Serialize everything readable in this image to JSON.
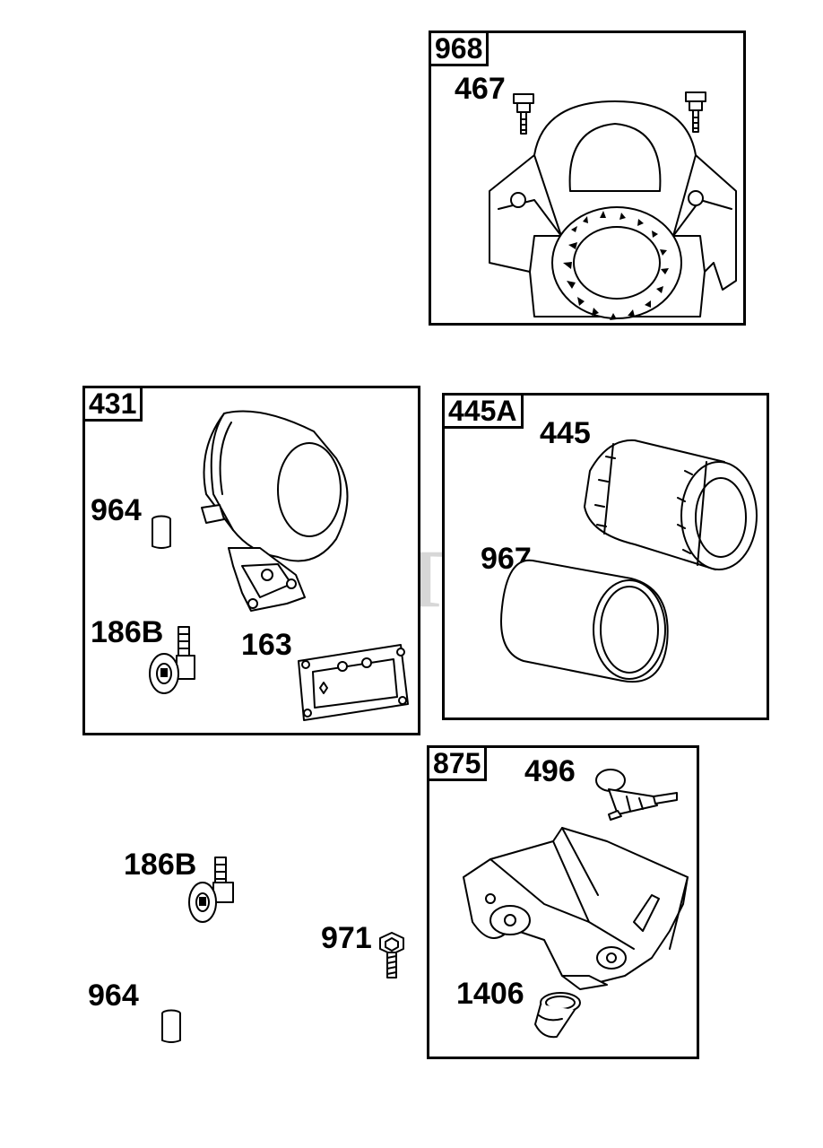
{
  "watermark": "PartsTree",
  "boxes": {
    "box_968": {
      "tag": "968"
    },
    "box_431": {
      "tag": "431"
    },
    "box_445A": {
      "tag": "445A"
    },
    "box_875": {
      "tag": "875"
    }
  },
  "labels": {
    "l_467": "467",
    "l_964_a": "964",
    "l_186B_a": "186B",
    "l_163": "163",
    "l_445": "445",
    "l_967": "967",
    "l_496": "496",
    "l_1406": "1406",
    "l_186B_b": "186B",
    "l_971": "971",
    "l_964_b": "964"
  },
  "colors": {
    "line": "#000000",
    "background": "#ffffff",
    "watermark": "#969696"
  }
}
